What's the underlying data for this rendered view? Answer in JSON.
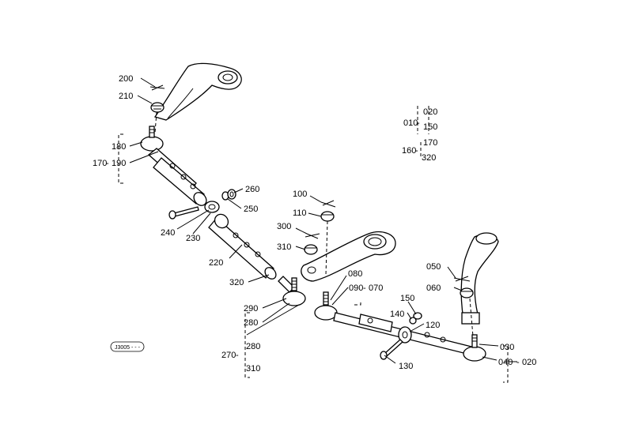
{
  "labels": {
    "l010": "010",
    "l020a": "020",
    "l150a": "150",
    "l160": "160",
    "l170a": "170",
    "l320a": "320",
    "l200": "200",
    "l210": "210",
    "l180": "180",
    "l170": "170",
    "l190": "190",
    "l260": "260",
    "l250": "250",
    "l240": "240",
    "l230": "230",
    "l220": "220",
    "l320": "320",
    "l100": "100",
    "l110": "110",
    "l300": "300",
    "l310": "310",
    "l080": "080",
    "l090": "090",
    "l070": "070",
    "l050": "050",
    "l060": "060",
    "l290": "290",
    "l280": "280",
    "l270": "270",
    "l280b": "280",
    "l310b": "310",
    "l150": "150",
    "l140": "140",
    "l120": "120",
    "l130": "130",
    "l030": "030",
    "l040": "040",
    "l020": "020"
  },
  "stamp": "J3005 - - -"
}
